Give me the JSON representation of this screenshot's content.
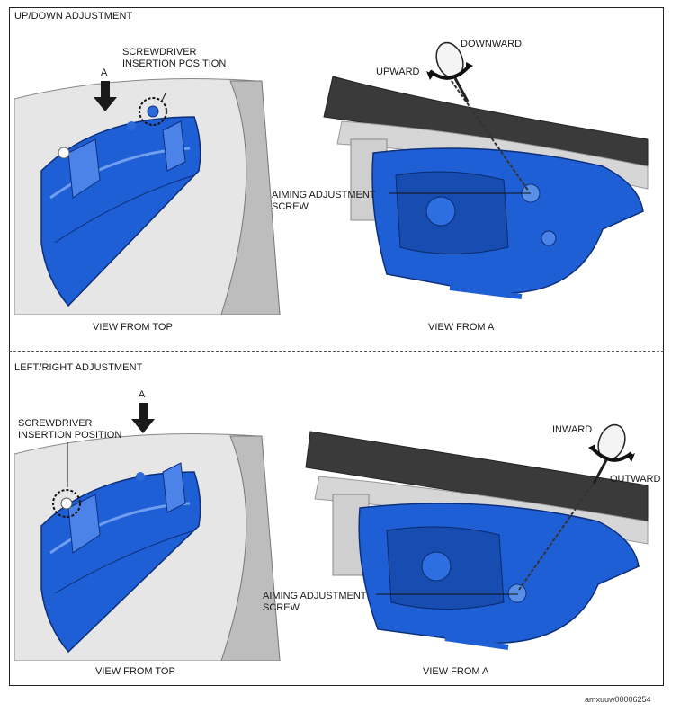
{
  "sections": [
    {
      "title": "UP/DOWN ADJUSTMENT",
      "left_view": {
        "arrow_label": "A",
        "callout": "SCREWDRIVER\nINSERTION POSITION",
        "caption": "VIEW FROM TOP"
      },
      "right_view": {
        "dir_1": "DOWNWARD",
        "dir_2": "UPWARD",
        "screw_label": "AIMING ADJUSTMENT\nSCREW",
        "caption": "VIEW FROM A"
      }
    },
    {
      "title": "LEFT/RIGHT ADJUSTMENT",
      "left_view": {
        "arrow_label": "A",
        "callout": "SCREWDRIVER\nINSERTION POSITION",
        "caption": "VIEW FROM TOP"
      },
      "right_view": {
        "dir_1": "INWARD",
        "dir_2": "OUTWARD",
        "screw_label": "AIMING ADJUSTMENT\nSCREW",
        "caption": "VIEW FROM A"
      }
    }
  ],
  "footer_code": "amxuuw00006254",
  "colors": {
    "headlamp_blue": "#1f5fd6",
    "body_gray": "#d9d9d9",
    "dark_bracket": "#3a3a3a"
  }
}
